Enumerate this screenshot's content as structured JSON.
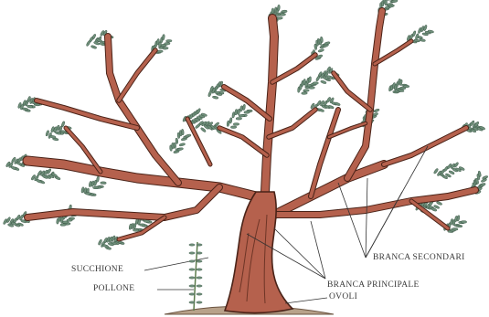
{
  "labels": {
    "succhione": "SUCCHIONE",
    "pollone": "POLLONE",
    "branca_principale": "BRANCA PRINCIPALE",
    "ovoli": "OVOLI",
    "branca_secondaria": "BRANCA SECONDARI"
  },
  "colors": {
    "bark": "#b5614d",
    "bark_outline": "#4a2318",
    "foliage": "#6f8f7a",
    "foliage_dark": "#3e5a4a",
    "ground": "#9b7b5e",
    "pointer": "#333333"
  },
  "icons": {
    "tree": "olive-tree-illustration"
  }
}
